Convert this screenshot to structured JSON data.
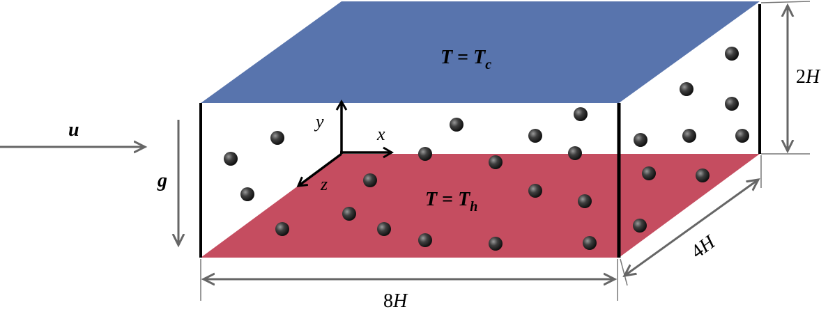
{
  "labels": {
    "top_plate": {
      "lhs": "T",
      "eq": " = ",
      "rhs": "T",
      "sub": "c"
    },
    "bottom_plate": {
      "lhs": "T",
      "eq": " = ",
      "rhs": "T",
      "sub": "h"
    },
    "velocity": "u",
    "gravity": "g",
    "axis_x": "x",
    "axis_y": "y",
    "axis_z": "z",
    "height": {
      "num": "2",
      "unit": "H"
    },
    "length": {
      "num": "8",
      "unit": "H"
    },
    "depth": {
      "num": "4",
      "unit": "H"
    }
  },
  "colors": {
    "cold_plate": "#5874ad",
    "hot_plate": "#c54d60",
    "particle": "#3a3a3a",
    "dimension_arrow": "#666666",
    "edge": "#000000"
  }
}
